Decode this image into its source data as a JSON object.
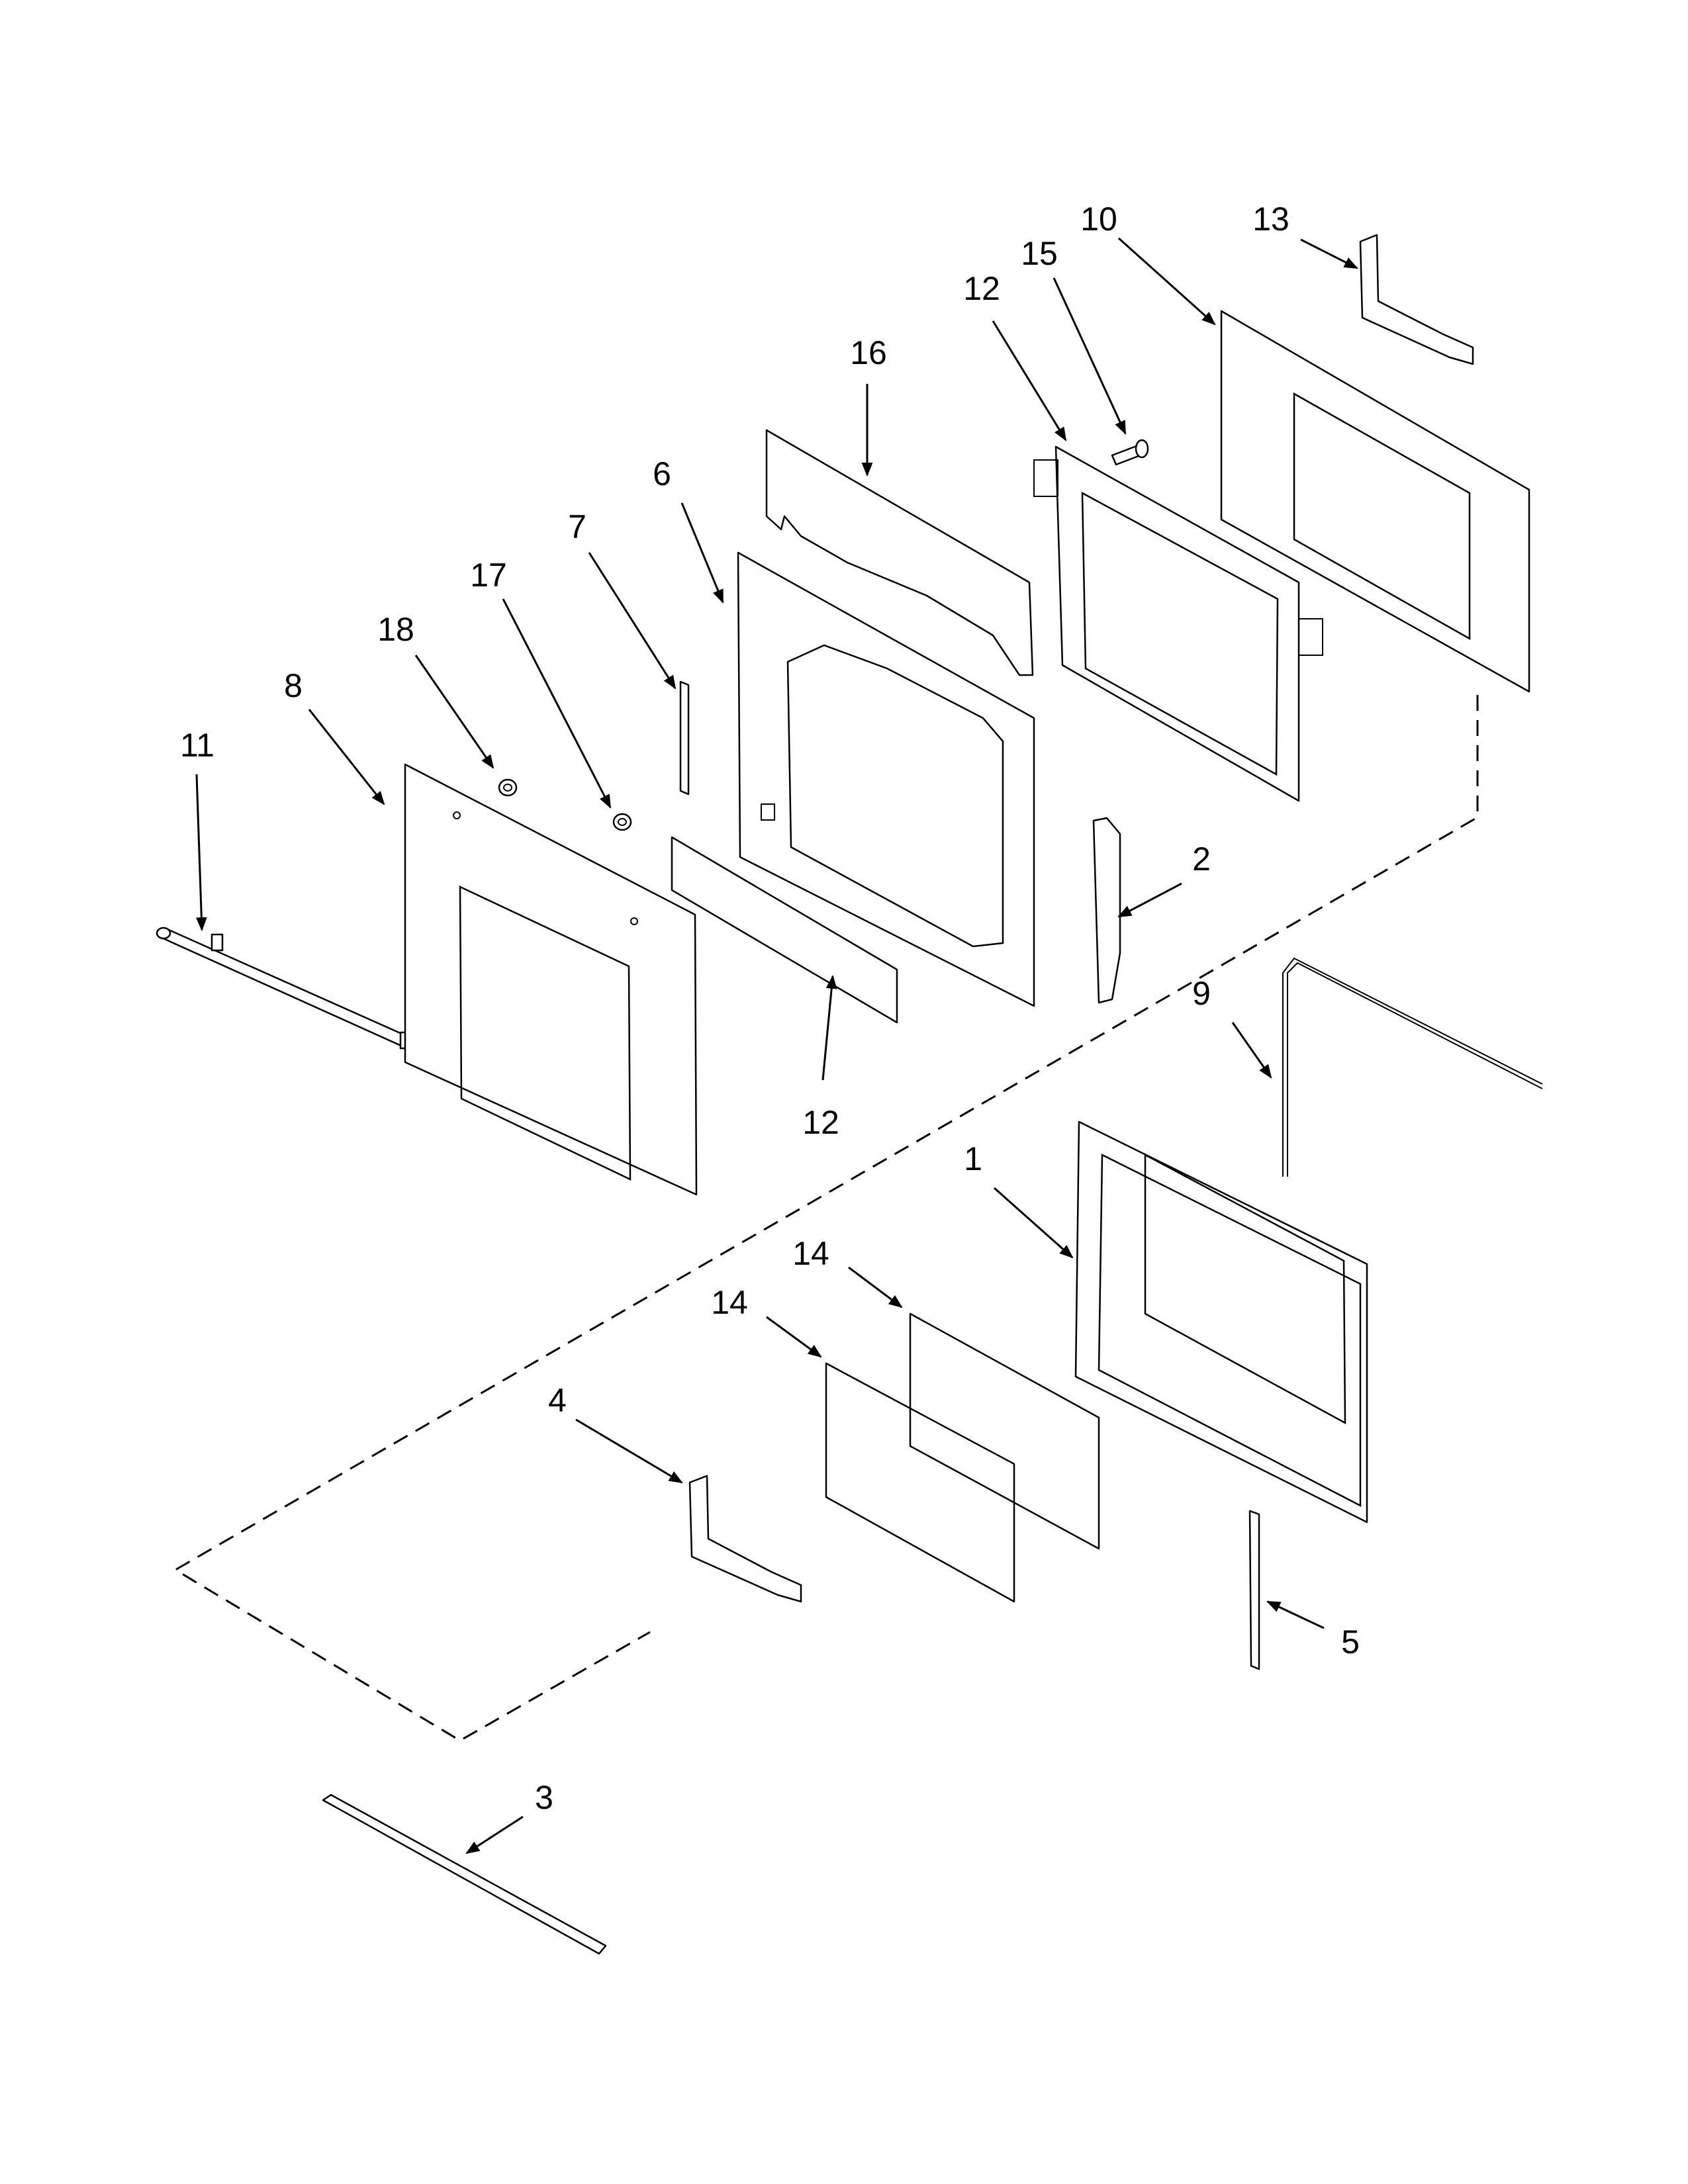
{
  "diagram": {
    "type": "exploded-parts-view",
    "callouts": [
      {
        "id": "c11",
        "label": "11"
      },
      {
        "id": "c8",
        "label": "8"
      },
      {
        "id": "c18",
        "label": "18"
      },
      {
        "id": "c17",
        "label": "17"
      },
      {
        "id": "c7",
        "label": "7"
      },
      {
        "id": "c6",
        "label": "6"
      },
      {
        "id": "c16",
        "label": "16"
      },
      {
        "id": "c12a",
        "label": "12"
      },
      {
        "id": "c15",
        "label": "15"
      },
      {
        "id": "c10",
        "label": "10"
      },
      {
        "id": "c13",
        "label": "13"
      },
      {
        "id": "c2",
        "label": "2"
      },
      {
        "id": "c12b",
        "label": "12"
      },
      {
        "id": "c9",
        "label": "9"
      },
      {
        "id": "c1",
        "label": "1"
      },
      {
        "id": "c14a",
        "label": "14"
      },
      {
        "id": "c14b",
        "label": "14"
      },
      {
        "id": "c4",
        "label": "4"
      },
      {
        "id": "c5",
        "label": "5"
      },
      {
        "id": "c3",
        "label": "3"
      }
    ]
  }
}
